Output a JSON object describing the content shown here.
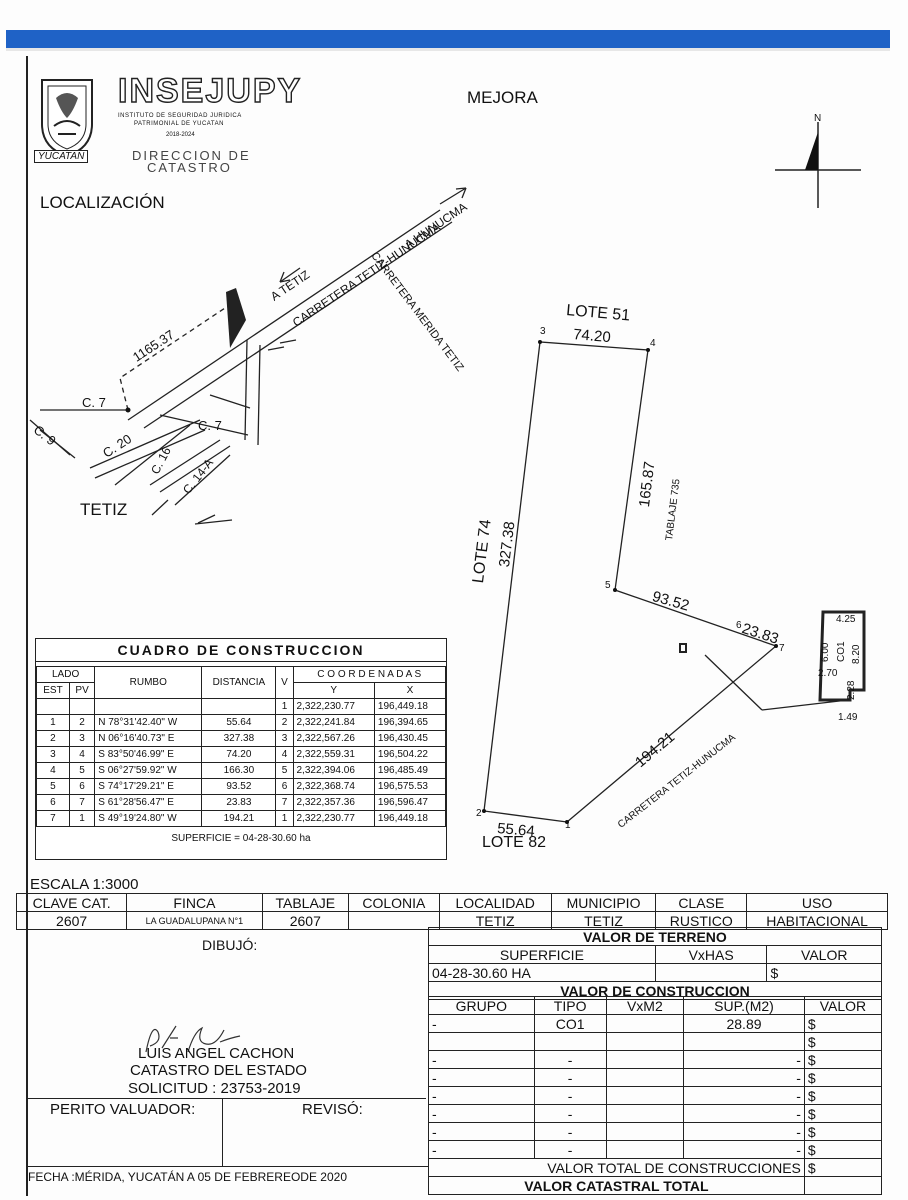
{
  "header": {
    "logo_word": "INSEJUPY",
    "logo_sub1": "INSTITUTO DE SEGURIDAD JURIDICA",
    "logo_sub2": "PATRIMONIAL DE YUCATAN",
    "logo_years": "2018-2024",
    "dept1": "DIRECCION DE",
    "dept2": "CATASTRO",
    "seal_label": "YUCATAN",
    "title": "MEJORA",
    "north": "N"
  },
  "location": {
    "title": "LOCALIZACIÓN",
    "town": "TETIZ",
    "distance": "1165.37",
    "road_a": "A TETIZ",
    "road_b": "CARRETERA TETIZ-HUNUCMA",
    "road_c": "A HUNUCMA",
    "road_d": "CARRETERA MERIDA TETIZ",
    "streets": [
      "C. 7",
      "C. 9",
      "C. 20",
      "C. 16",
      "C. 7",
      "C. 14-A"
    ]
  },
  "plan": {
    "lote51": "LOTE 51",
    "d_74_20": "74.20",
    "lote74": "LOTE 74",
    "d_327_38": "327.38",
    "d_165_87": "165.87",
    "tablaje": "TABLAJE 735",
    "d_93_52": "93.52",
    "d_23_83": "23.83",
    "d_194_21": "194.21",
    "road": "CARRETERA TETIZ-HUNUCMA",
    "d_55_64": "55.64",
    "lote82": "LOTE 82",
    "vertices": [
      "1",
      "2",
      "3",
      "4",
      "5",
      "6",
      "7"
    ],
    "detail": [
      "4.25",
      "6.00",
      "CO1",
      "8.20",
      "2.70",
      "2.28",
      "1.49"
    ]
  },
  "cuadro": {
    "title": "CUADRO DE CONSTRUCCION",
    "h_lado": "LADO",
    "h_est": "EST",
    "h_pv": "PV",
    "h_rumbo": "RUMBO",
    "h_dist": "DISTANCIA",
    "h_v": "V",
    "h_coord": "C O O R D E N A D A S",
    "h_y": "Y",
    "h_x": "X",
    "first": {
      "v": "1",
      "y": "2,322,230.77",
      "x": "196,449.18"
    },
    "rows": [
      {
        "est": "1",
        "pv": "2",
        "rumbo": "N 78°31'42.40\" W",
        "dist": "55.64",
        "v": "2",
        "y": "2,322,241.84",
        "x": "196,394.65"
      },
      {
        "est": "2",
        "pv": "3",
        "rumbo": "N 06°16'40.73\" E",
        "dist": "327.38",
        "v": "3",
        "y": "2,322,567.26",
        "x": "196,430.45"
      },
      {
        "est": "3",
        "pv": "4",
        "rumbo": "S 83°50'46.99\" E",
        "dist": "74.20",
        "v": "4",
        "y": "2,322,559.31",
        "x": "196,504.22"
      },
      {
        "est": "4",
        "pv": "5",
        "rumbo": "S 06°27'59.92\" W",
        "dist": "166.30",
        "v": "5",
        "y": "2,322,394.06",
        "x": "196,485.49"
      },
      {
        "est": "5",
        "pv": "6",
        "rumbo": "S 74°17'29.21\" E",
        "dist": "93.52",
        "v": "6",
        "y": "2,322,368.74",
        "x": "196,575.53"
      },
      {
        "est": "6",
        "pv": "7",
        "rumbo": "S 61°28'56.47\" E",
        "dist": "23.83",
        "v": "7",
        "y": "2,322,357.36",
        "x": "196,596.47"
      },
      {
        "est": "7",
        "pv": "1",
        "rumbo": "S 49°19'24.80\" W",
        "dist": "194.21",
        "v": "1",
        "y": "2,322,230.77",
        "x": "196,449.18"
      }
    ],
    "superficie": "SUPERFICIE = 04-28-30.60 ha"
  },
  "bottom": {
    "escala": "ESCALA 1:3000",
    "headers": [
      "CLAVE CAT.",
      "FINCA",
      "TABLAJE",
      "COLONIA",
      "LOCALIDAD",
      "MUNICIPIO",
      "CLASE",
      "USO"
    ],
    "values": [
      "2607",
      "LA GUADALUPANA N°1",
      "2607",
      "",
      "TETIZ",
      "TETIZ",
      "RUSTICO",
      "HABITACIONAL"
    ],
    "dibujo": "DIBUJÓ:",
    "signer": "LUIS ANGEL CACHON",
    "signer_org": "CATASTRO DEL ESTADO",
    "solicitud": "SOLICITUD : 23753-2019",
    "perito": "PERITO VALUADOR:",
    "reviso": "REVISÓ:",
    "fecha": "FECHA :MÉRIDA, YUCATÁN A 05 DE FEBREREODE 2020",
    "vt_title": "VALOR DE TERRENO",
    "vt_h": [
      "SUPERFICIE",
      "VxHAS",
      "VALOR"
    ],
    "vt_v": [
      "04-28-30.60 HA",
      "",
      "$"
    ],
    "vc_title": "VALOR DE  CONSTRUCCION",
    "vc_h": [
      "GRUPO",
      "TIPO",
      "VxM2",
      "SUP.(M2)",
      "VALOR"
    ],
    "vc_rows": [
      [
        "-",
        "CO1",
        "",
        "28.89",
        "$"
      ],
      [
        "",
        "",
        "",
        "",
        "$"
      ],
      [
        "-",
        "-",
        "",
        "-",
        "$"
      ],
      [
        "-",
        "-",
        "",
        "-",
        "$"
      ],
      [
        "-",
        "-",
        "",
        "-",
        "$"
      ],
      [
        "-",
        "-",
        "",
        "-",
        "$"
      ],
      [
        "-",
        "-",
        "",
        "-",
        "$"
      ],
      [
        "-",
        "-",
        "",
        "-",
        "$"
      ]
    ],
    "vtc": "VALOR TOTAL DE CONSTRUCCIONES",
    "vtc_val": "$",
    "vct": "VALOR CATASTRAL TOTAL"
  }
}
